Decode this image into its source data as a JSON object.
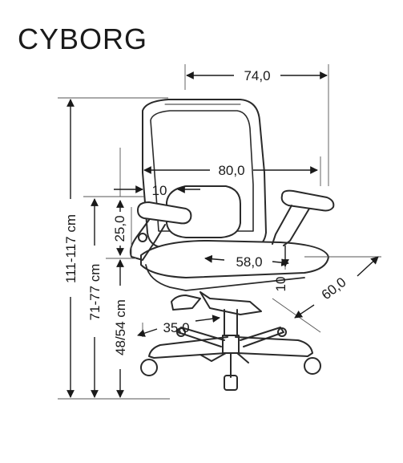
{
  "product": {
    "title": "CYBORG"
  },
  "dimensions": {
    "overall_width": "74,0",
    "back_width": "80,0",
    "armrest_adjust": "10",
    "armrest_height": "25,0",
    "seat_width": "58,0",
    "seat_adjust": "10",
    "depth": "60,0",
    "base_radius": "35,0",
    "total_height": "111-117 cm",
    "armrest_floor_height": "71-77 cm",
    "seat_height": "48/54 cm"
  }
}
